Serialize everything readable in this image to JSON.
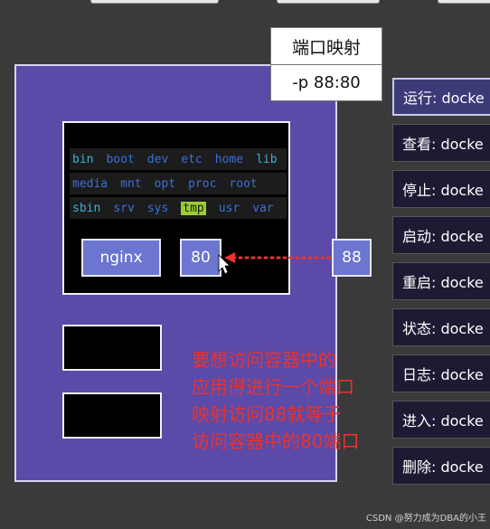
{
  "popup": {
    "title": "端口映射",
    "command": "-p  88:80"
  },
  "container": {
    "dir_rows": [
      [
        {
          "name": "bin",
          "style": "cyan"
        },
        {
          "name": "boot",
          "style": "blue"
        },
        {
          "name": "dev",
          "style": "blue"
        },
        {
          "name": "etc",
          "style": "blue"
        },
        {
          "name": "home",
          "style": "blue"
        },
        {
          "name": "lib",
          "style": "cyan"
        }
      ],
      [
        {
          "name": "media",
          "style": "blue"
        },
        {
          "name": "mnt",
          "style": "blue"
        },
        {
          "name": "opt",
          "style": "blue"
        },
        {
          "name": "proc",
          "style": "blue"
        },
        {
          "name": "root",
          "style": "blue"
        }
      ],
      [
        {
          "name": "sbin",
          "style": "cyan"
        },
        {
          "name": "srv",
          "style": "blue"
        },
        {
          "name": "sys",
          "style": "blue"
        },
        {
          "name": "tmp",
          "style": "tmp"
        },
        {
          "name": "usr",
          "style": "blue"
        },
        {
          "name": "var",
          "style": "blue"
        }
      ]
    ],
    "app_label": "nginx",
    "container_port": "80"
  },
  "host_port": "88",
  "note": [
    "要想访问容器中的",
    "应用得进行一个端口",
    "映射访问88就等于",
    "访问容器中的80端口"
  ],
  "commands": [
    {
      "label": "运行: docke",
      "active": true
    },
    {
      "label": "查看: docke",
      "active": false
    },
    {
      "label": "停止: docke",
      "active": false
    },
    {
      "label": "启动: docke",
      "active": false
    },
    {
      "label": "重启: docke",
      "active": false
    },
    {
      "label": "状态: docke",
      "active": false
    },
    {
      "label": "日志: docke",
      "active": false
    },
    {
      "label": "进入: docke",
      "active": false
    },
    {
      "label": "删除: docke",
      "active": false
    }
  ],
  "watermark": "CSDN @努力成为DBA的小王",
  "colors": {
    "host_bg": "#5b4aa8",
    "accent_box": "#6c75cf",
    "note": "#e8332f",
    "arrow": "#e8332f"
  }
}
